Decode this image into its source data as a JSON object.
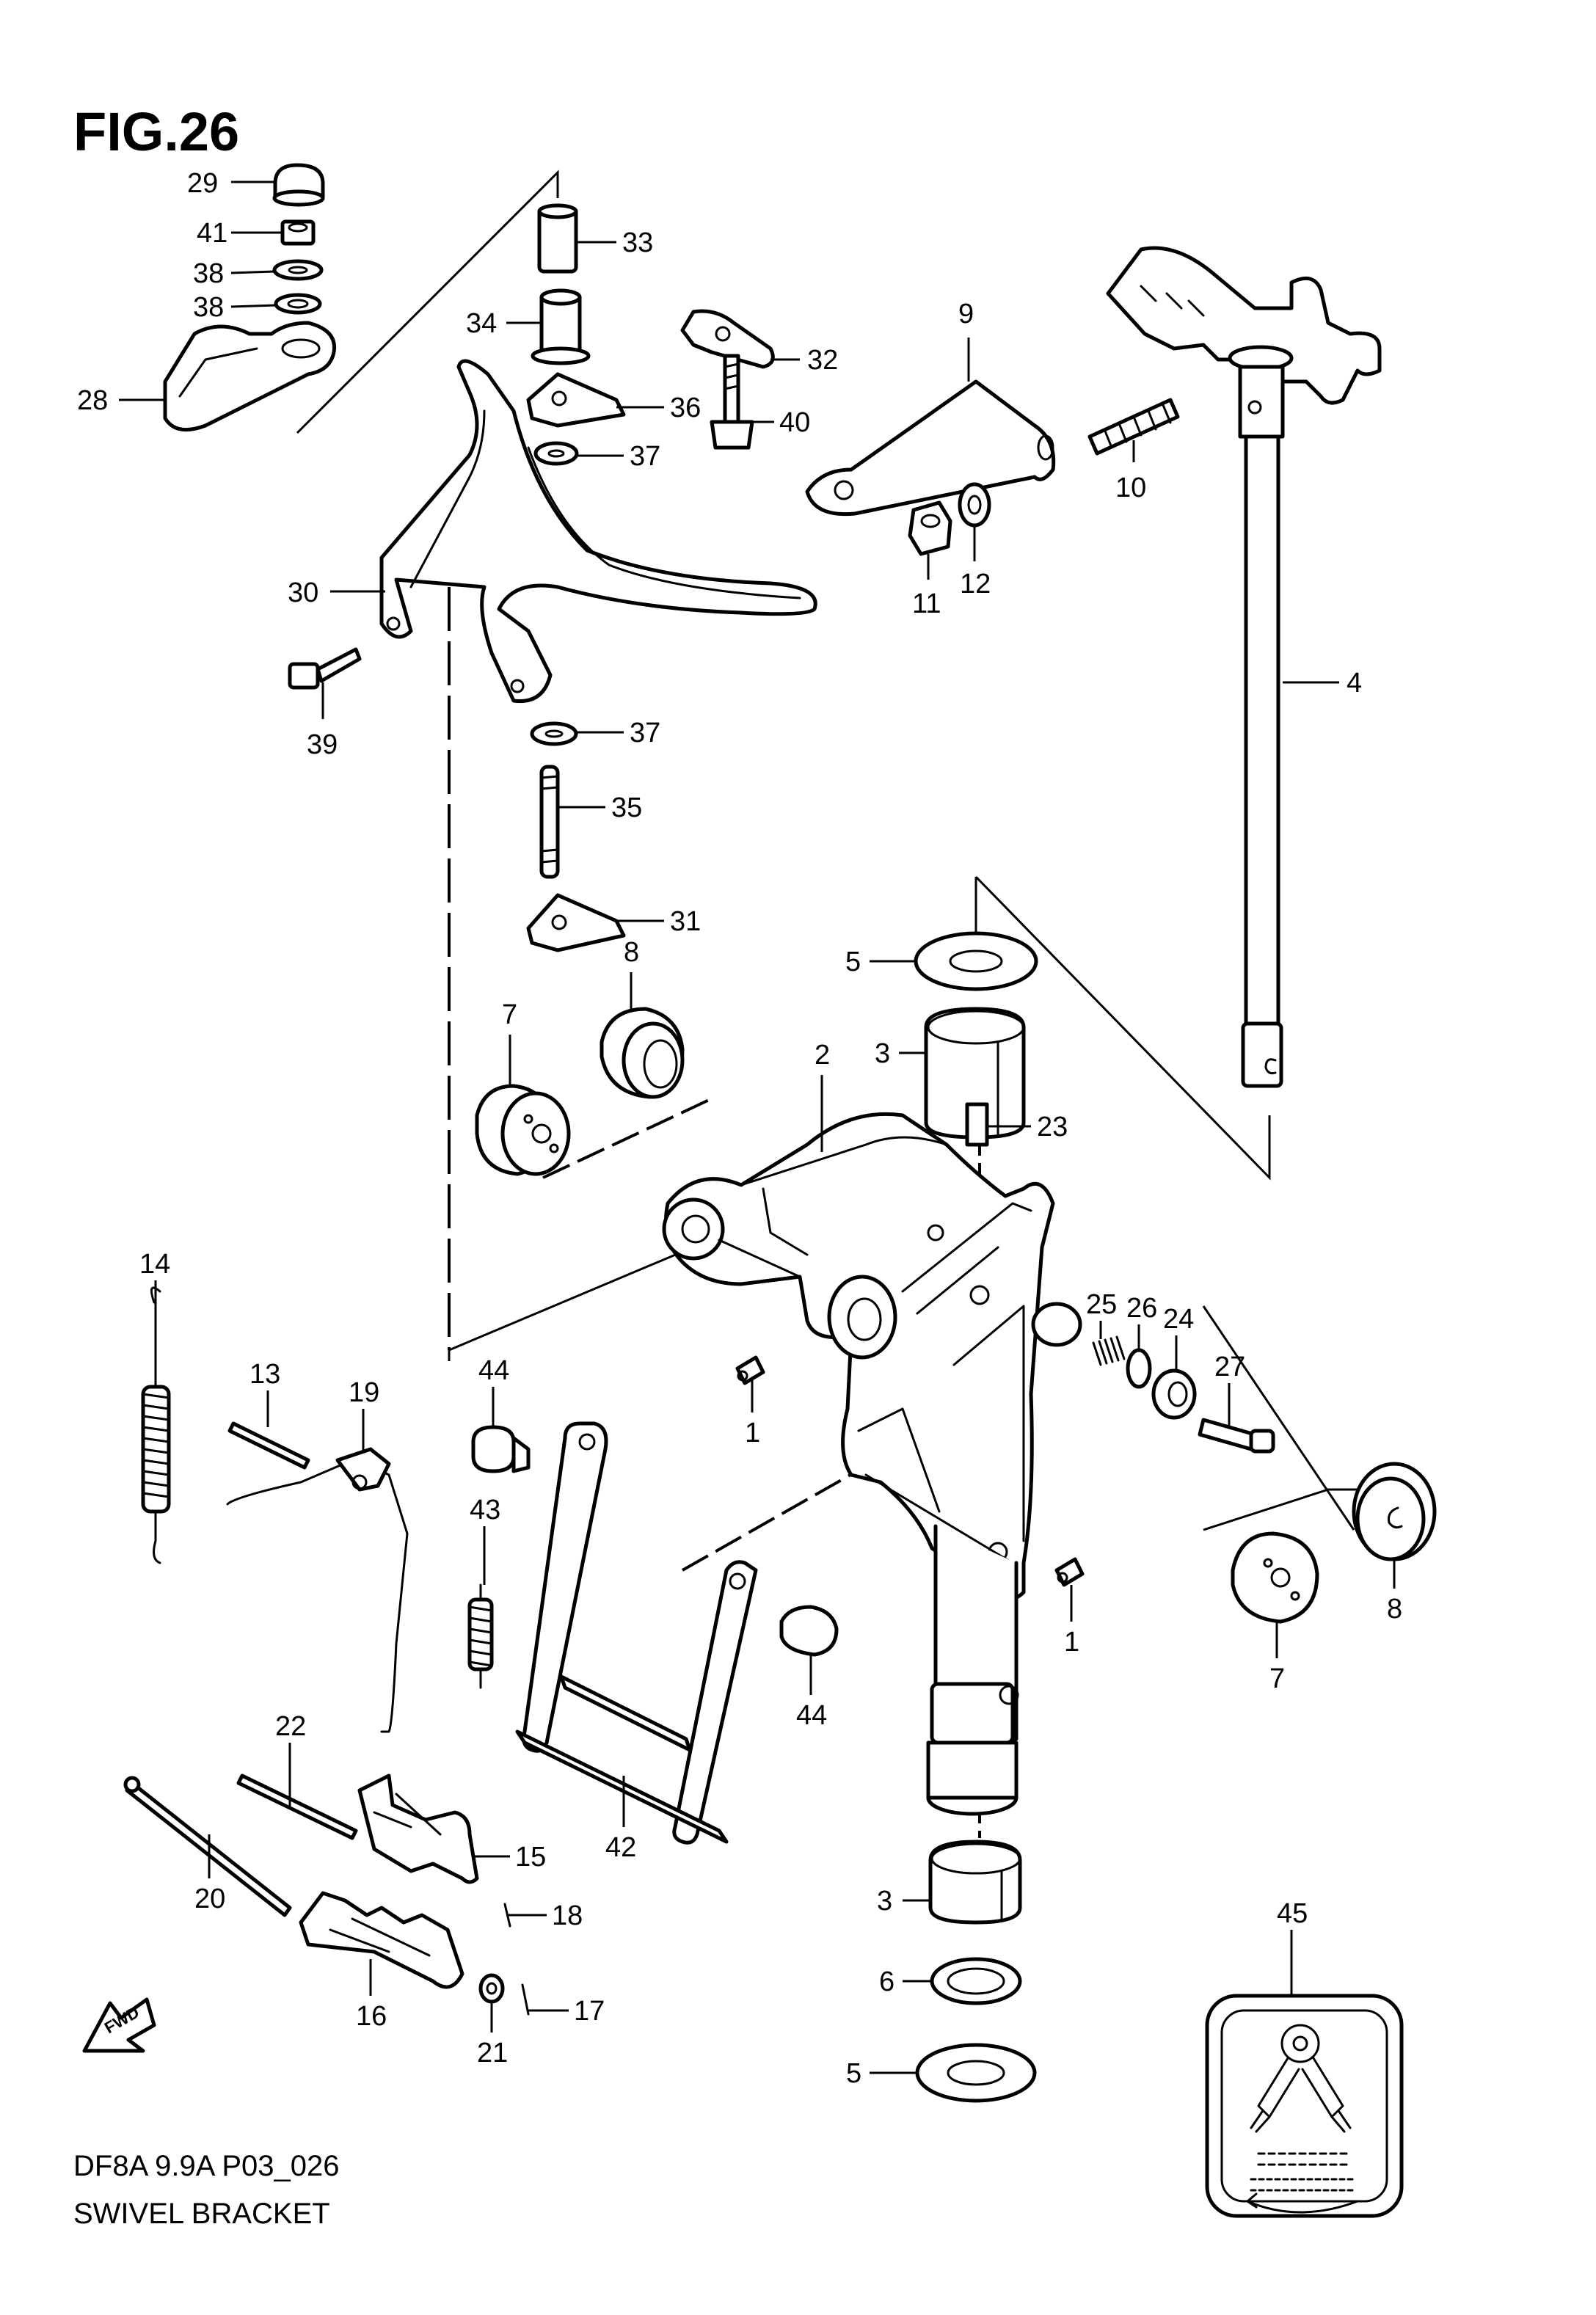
{
  "figure_label": "FIG.26",
  "footer": {
    "code": "DF8A 9.9A P03_026",
    "title": "SWIVEL BRACKET"
  },
  "fwd_label": "FWD",
  "part_numbers": {
    "p1a": "1",
    "p1b": "1",
    "p2": "2",
    "p3a": "3",
    "p3b": "3",
    "p4": "4",
    "p5a": "5",
    "p5b": "5",
    "p6": "6",
    "p7a": "7",
    "p7b": "7",
    "p8a": "8",
    "p8b": "8",
    "p9": "9",
    "p10": "10",
    "p11": "11",
    "p12": "12",
    "p13": "13",
    "p14": "14",
    "p15": "15",
    "p16": "16",
    "p17": "17",
    "p18": "18",
    "p19": "19",
    "p20": "20",
    "p21": "21",
    "p22": "22",
    "p23": "23",
    "p24": "24",
    "p25": "25",
    "p26": "26",
    "p27": "27",
    "p28": "28",
    "p29": "29",
    "p30": "30",
    "p31": "31",
    "p32": "32",
    "p33": "33",
    "p34": "34",
    "p35": "35",
    "p36": "36",
    "p37a": "37",
    "p37b": "37",
    "p38a": "38",
    "p38b": "38",
    "p39": "39",
    "p40": "40",
    "p41": "41",
    "p42": "42",
    "p43": "43",
    "p44a": "44",
    "p44b": "44",
    "p45": "45"
  }
}
